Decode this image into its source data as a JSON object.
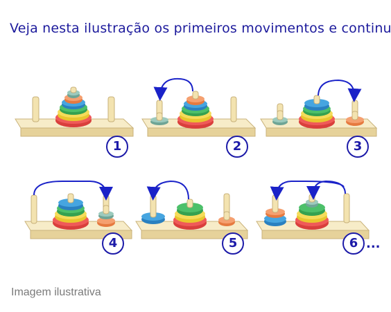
{
  "instruction": "Veja nesta ilustração os primeiros movimentos e continue.",
  "caption": "Imagem ilustrativa",
  "continuation": "...",
  "colors": {
    "text": "#1c1a9c",
    "arrow": "#1a22c8",
    "base": "#f3e6bd",
    "disk_red": "#e8504e",
    "disk_yellow": "#f0d040",
    "disk_green": "#3dae58",
    "disk_blue": "#2f8fd0",
    "disk_orange": "#f08a50",
    "disk_teal": "#7fb5a8"
  },
  "steps": [
    {
      "number": "1",
      "pegs": [
        [
          "red",
          "yellow",
          "green",
          "blue",
          "orange",
          "teal"
        ],
        [],
        []
      ],
      "arrow": null
    },
    {
      "number": "2",
      "pegs": [
        [
          "red",
          "yellow",
          "green",
          "blue",
          "orange"
        ],
        [
          "teal"
        ],
        []
      ],
      "arrow": "peg1-to-peg2"
    },
    {
      "number": "3",
      "pegs": [
        [
          "red",
          "yellow",
          "green",
          "blue"
        ],
        [
          "teal"
        ],
        [
          "orange"
        ]
      ],
      "arrow": "peg1-to-peg3"
    },
    {
      "number": "4",
      "pegs": [
        [
          "red",
          "yellow",
          "green",
          "blue"
        ],
        [],
        [
          "orange",
          "teal"
        ]
      ],
      "arrow": "peg2-to-peg3"
    },
    {
      "number": "5",
      "pegs": [
        [
          "red",
          "yellow",
          "green"
        ],
        [
          "blue"
        ],
        [
          "orange"
        ]
      ],
      "arrow": "peg1-to-peg2"
    },
    {
      "number": "6",
      "pegs": [
        [
          "red",
          "yellow",
          "green",
          "teal"
        ],
        [
          "blue",
          "orange"
        ],
        []
      ],
      "arrow": "peg3-to-peg2 and peg3-to-peg1"
    }
  ]
}
